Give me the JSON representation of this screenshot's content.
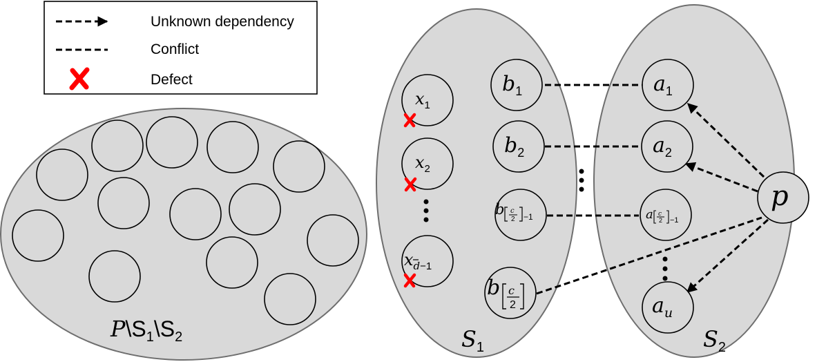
{
  "legend": {
    "items": [
      {
        "label": "Unknown dependency",
        "kind": "dashed-arrow"
      },
      {
        "label": "Conflict",
        "kind": "dashed-line"
      },
      {
        "label": "Defect",
        "kind": "cross",
        "icon": "red-cross-icon"
      }
    ]
  },
  "regions": {
    "rest_main": "P",
    "rest_bs1": "\\S",
    "rest_sub1": "1",
    "rest_bs2": "\\S",
    "rest_sub2": "2",
    "s1_main": "S",
    "s1_sub": "1",
    "s2_main": "S",
    "s2_sub": "2"
  },
  "nodes": {
    "x1": {
      "main": "x",
      "sub": "1"
    },
    "x2": {
      "main": "x",
      "sub": "2"
    },
    "xd": {
      "main": "x",
      "sub_var": "d",
      "sub_rest": "−1"
    },
    "b1": {
      "main": "b",
      "sub": "1"
    },
    "b2": {
      "main": "b",
      "sub": "2"
    },
    "bc1": {
      "main": "b",
      "frac_num": "c",
      "frac_den": "2",
      "sub_rest": "−1"
    },
    "bc": {
      "main": "b",
      "frac_num": "c",
      "frac_den": "2"
    },
    "a1": {
      "main": "a",
      "sub": "1"
    },
    "a2": {
      "main": "a",
      "sub": "2"
    },
    "ac1": {
      "main": "a",
      "frac_num": "c",
      "frac_den": "2",
      "sub_rest": "−1"
    },
    "au": {
      "main": "a",
      "sub": "u"
    },
    "p": {
      "main": "p"
    }
  },
  "colors": {
    "region_fill": "#d9d9d9",
    "region_stroke": "#6e6e6e",
    "defect": "#ff0000",
    "line": "#000000"
  }
}
